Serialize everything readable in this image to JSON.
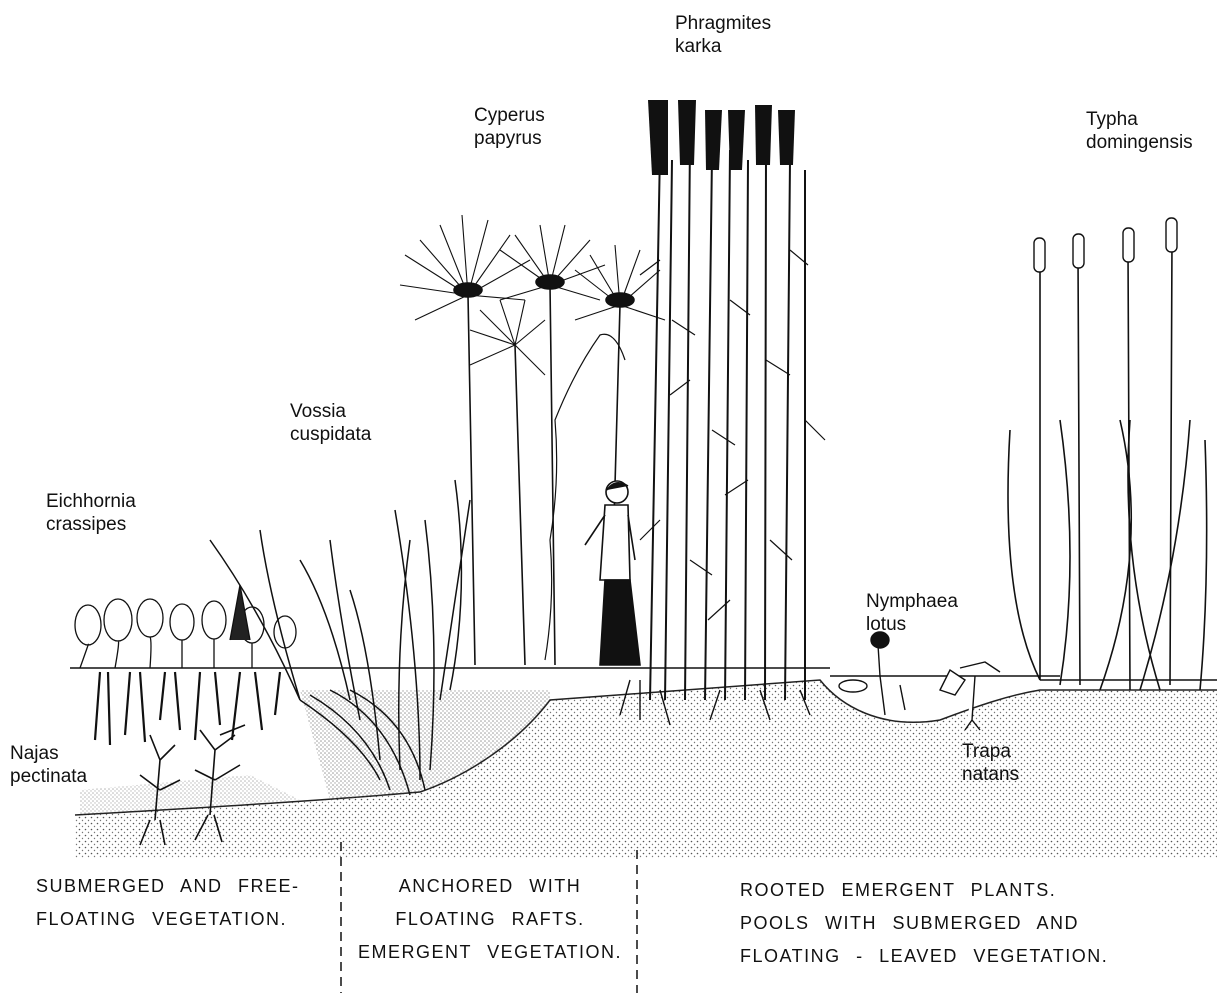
{
  "species_labels": {
    "phragmites": [
      "Phragmites",
      "karka"
    ],
    "cyperus": [
      "Cyperus",
      "papyrus"
    ],
    "typha": [
      "Typha",
      "domingensis"
    ],
    "vossia": [
      "Vossia",
      "cuspidata"
    ],
    "eichhornia": [
      "Eichhornia",
      "crassipes"
    ],
    "nymphaea": [
      "Nymphaea",
      "lotus"
    ],
    "najas": [
      "Najas",
      "pectinata"
    ],
    "trapa": [
      "Trapa",
      "natans"
    ]
  },
  "zones": {
    "left": [
      "SUBMERGED AND FREE-",
      "FLOATING VEGETATION."
    ],
    "middle": [
      "ANCHORED WITH",
      "FLOATING RAFTS.",
      "EMERGENT VEGETATION."
    ],
    "right": [
      "ROOTED EMERGENT PLANTS.",
      "POOLS WITH SUBMERGED AND",
      "FLOATING - LEAVED VEGETATION."
    ]
  },
  "colors": {
    "ink": "#111111",
    "sediment": "#bdbdbd",
    "paper": "#ffffff"
  }
}
